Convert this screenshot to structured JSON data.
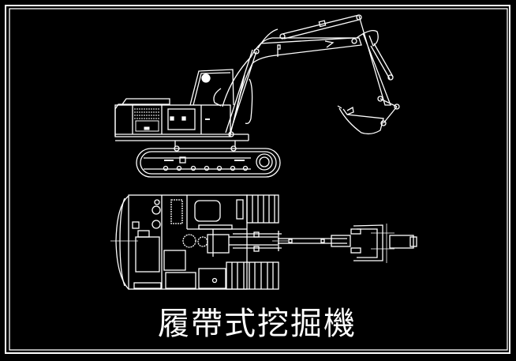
{
  "drawing": {
    "title": "履帶式挖掘機",
    "background_color": "#000000",
    "line_color": "#ffffff",
    "views": [
      {
        "name": "side-elevation",
        "subject": "crawler excavator side view"
      },
      {
        "name": "top-plan",
        "subject": "crawler excavator plan view"
      }
    ]
  }
}
